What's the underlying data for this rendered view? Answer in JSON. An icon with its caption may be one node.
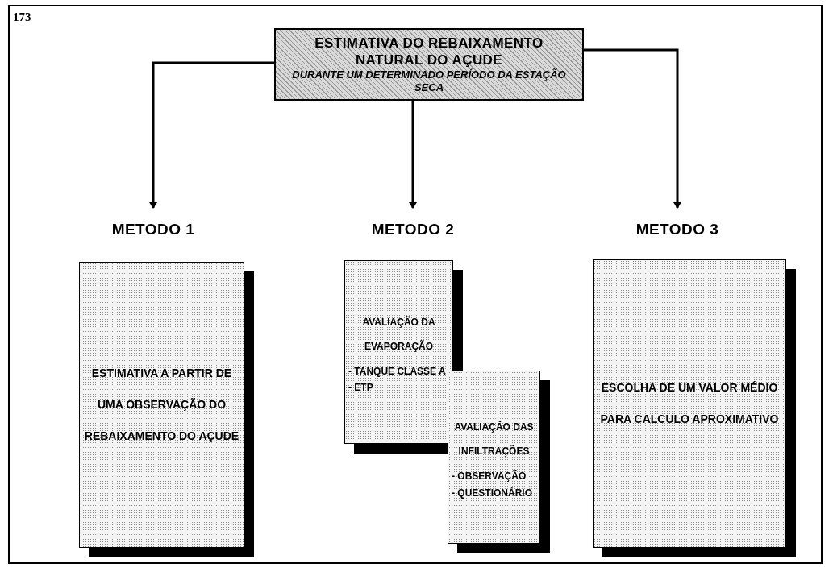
{
  "diagram": {
    "nodes": [
      {
        "text": [
          "ESTIMATIVA DO REBAIXAMENTO NATURAL DO AÇUDE",
          "DURANTE UM DETERMINADO PERÍODO DA ESTAÇÃO SECA"
        ]
      },
      {
        "text": [
          "METODO 1"
        ]
      },
      {
        "text": [
          "METODO 2"
        ]
      },
      {
        "text": [
          "METODO 3"
        ]
      },
      {
        "text": [
          "ESTIMATIVA A PARTIR DE UMA **OBSERVAÇÃO** DO REBAIXAMENTO DO AÇUDE"
        ]
      },
      {
        "text": [
          "AVALIAÇÃO DA EVAPORAÇÃO",
          "- TANQUE CLASSE A",
          "- ETP"
        ]
      },
      {
        "text": [
          "AVALIAÇÃO DAS INFILTRAÇÕES",
          "- OBSERVAÇÃO",
          "- QUESTIONÁRIO"
        ]
      },
      {
        "text": [
          "ESCOLHA DE **UM VALOR MÉDIO** PARA CALCULO APROXIMATIVO"
        ]
      }
    ],
    "edges": [
      {
        "from": 0,
        "to": 1,
        "arrow": "to"
      },
      {
        "from": 0,
        "to": 2,
        "arrow": "to"
      },
      {
        "from": 0,
        "to": 3,
        "arrow": "to"
      }
    ],
    "labels": [
      "173"
    ]
  }
}
